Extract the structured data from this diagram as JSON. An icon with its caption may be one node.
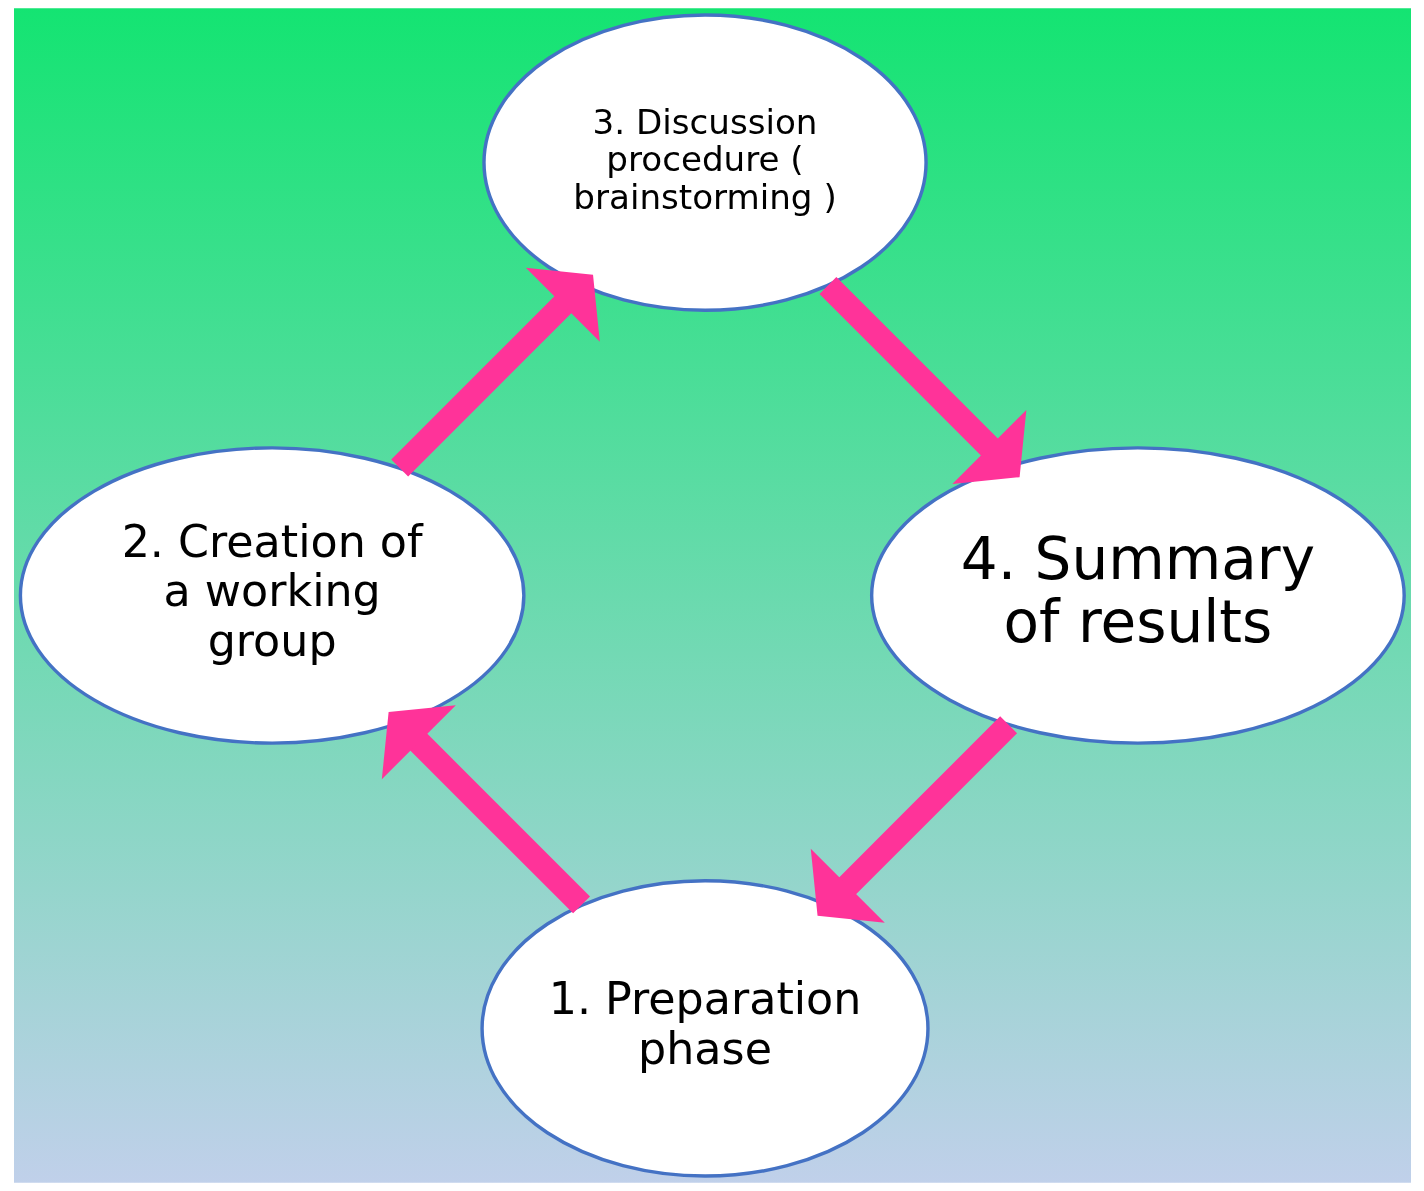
{
  "diagram": {
    "nodes": [
      {
        "text": [
          "1. Preparation phase"
        ]
      },
      {
        "text": [
          "2. Creation of a working group"
        ]
      },
      {
        "text": [
          "3. Discussion procedure ( brainstorming )"
        ]
      },
      {
        "text": [
          "4. Summary of results"
        ]
      }
    ],
    "edges": [
      {
        "from": 0,
        "to": 1,
        "arrow": "to"
      },
      {
        "from": 1,
        "to": 2,
        "arrow": "to"
      },
      {
        "from": 2,
        "to": 3,
        "arrow": "to"
      },
      {
        "from": 3,
        "to": 0,
        "arrow": "to"
      }
    ]
  }
}
